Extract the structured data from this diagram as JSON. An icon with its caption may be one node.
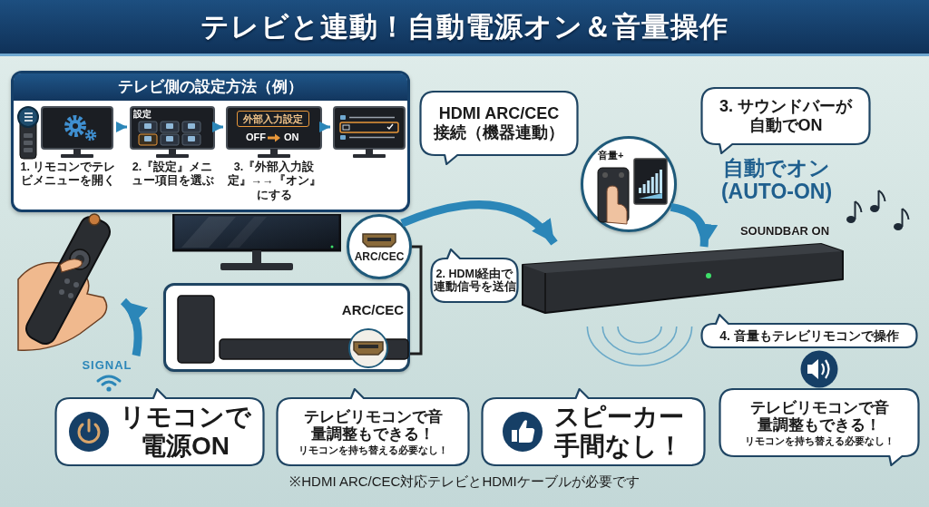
{
  "diagram": {
    "title": "テレビと連動！自動電源オン＆音量操作",
    "nodes": [
      {
        "text": [
          "テレビ側の設定方法（例）"
        ]
      },
      {
        "text": [
          "1. リモコンでテレビメニューを開く"
        ],
        "in": 0
      },
      {
        "text": [
          "設定",
          "2.『設定』メニュー項目を選ぶ"
        ],
        "in": 0
      },
      {
        "text": [
          "外部入力設定",
          "OFF",
          "ON",
          "3.『外部入力設定』→→『オン』にする"
        ],
        "in": 0
      },
      {
        "text": [],
        "shape": "picture",
        "in": 0
      },
      {
        "text": [
          "HDMI ARC/CEC接続（機器連動）"
        ]
      },
      {
        "text": [
          "ARC/CEC"
        ]
      },
      {
        "text": [
          "2. HDMI経由で連動信号を送信"
        ]
      },
      {
        "text": [
          "ARC/CEC"
        ]
      },
      {
        "text": [
          "音量+"
        ]
      },
      {
        "text": [
          "3. サウンドバーが自動でON"
        ]
      },
      {
        "text": [],
        "shape": "picture",
        "beside": [
          "SOUNDBAR ON"
        ]
      },
      {
        "text": [
          "4. 音量もテレビリモコンで操作"
        ]
      },
      {
        "text": [],
        "shape": "picture"
      },
      {
        "text": [
          "リモコンで電源ON"
        ]
      },
      {
        "text": [
          "テレビリモコンで音量調整もできる！",
          "リモコンを持ち替える必要なし！"
        ]
      },
      {
        "text": [
          "スピーカー手間なし！"
        ]
      },
      {
        "text": [
          "テレビリモコンで音量調整もできる！",
          "リモコンを持ち替える必要なし！"
        ]
      },
      {
        "text": [],
        "shape": "picture"
      }
    ],
    "edges": [
      {
        "from": 1,
        "to": 2,
        "arrow": "to"
      },
      {
        "from": 2,
        "to": 3,
        "arrow": "to"
      },
      {
        "from": 3,
        "to": 4,
        "arrow": "to"
      },
      {
        "from": 6,
        "to": 11,
        "arrow": "to",
        "style": "thick"
      },
      {
        "from": 6,
        "to": 8,
        "arrow": "none",
        "color": "#1e1e1e"
      },
      {
        "from": 9,
        "to": 11,
        "arrow": "to",
        "style": "thick"
      },
      {
        "from": null,
        "to": 13,
        "arrow": "to",
        "style": "thick"
      }
    ],
    "labels": [
      "自動でオン(AUTO-ON)",
      "SIGNAL",
      "※HDMI ARC/CEC対応テレビとHDMIケーブルが必要です"
    ]
  }
}
